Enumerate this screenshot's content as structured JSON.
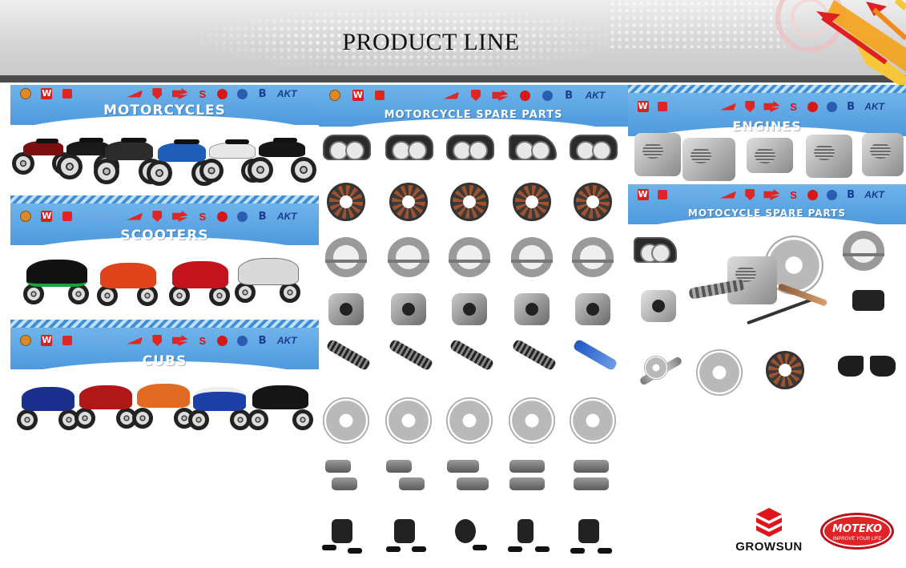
{
  "title": "PRODUCT LINE",
  "panels": {
    "motorcycles": "MOTORCYCLES",
    "scooters": "SCOOTERS",
    "cubs": "CUBS",
    "spare_parts": "MOTORCYCLE SPARE PARTS",
    "engines": "ENGINES",
    "spare_parts_2": "MOTOCYCLE SPARE PARTS"
  },
  "banner_logos": [
    "round-emblem",
    "w-logo",
    "square-logo",
    "italika-logo",
    "honda-wing",
    "shield-logo",
    "growsun-logo",
    "suzuki-s",
    "yamaha-logo",
    "ns-logo",
    "bajaj-b",
    "akt-logo"
  ],
  "akt": "AKT",
  "brands": {
    "growsun": "GROWSUN",
    "moteko": "MOTEKO",
    "moteko_slogan": "IMPROVE YOUR LIFE"
  },
  "colors": {
    "banner": "#5aa7e3",
    "header_bar": "#4b4b4b",
    "accent_red": "#e12328"
  }
}
